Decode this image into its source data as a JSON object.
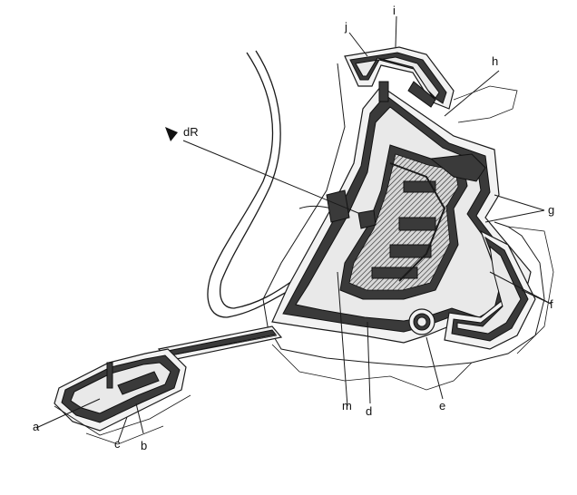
{
  "labels": {
    "a": "a",
    "b": "b",
    "c": "c",
    "d": "d",
    "e": "e",
    "f": "f",
    "g": "g",
    "h": "h",
    "i": "i",
    "j": "j",
    "m": "m",
    "dR": "dR"
  },
  "colors": {
    "ink": "#1a1a1a",
    "wall": "#3a3a3a",
    "paper": "#ffffff"
  }
}
